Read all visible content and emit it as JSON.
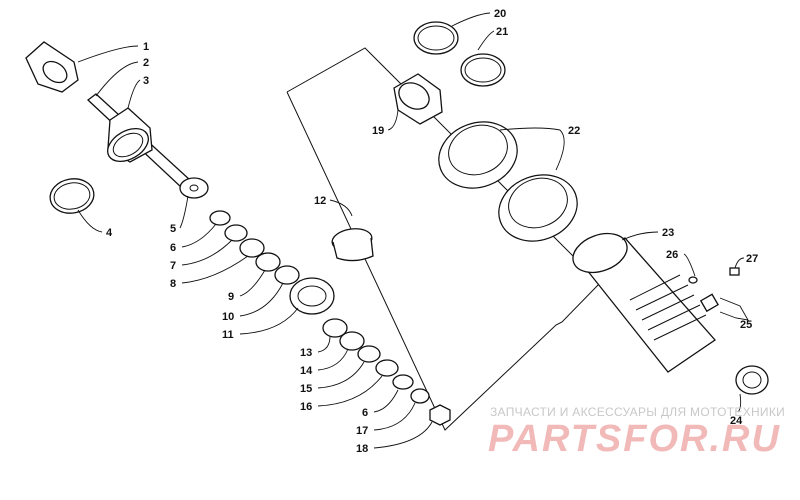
{
  "watermark": {
    "line1": "ЗАПЧАСТИ И АКСЕССУАРЫ ДЛЯ МОТОТЕХНИКИ",
    "line2": "PARTSFOR.RU"
  },
  "callouts": [
    "1",
    "2",
    "3",
    "4",
    "5",
    "6",
    "7",
    "8",
    "9",
    "10",
    "11",
    "12",
    "13",
    "14",
    "15",
    "16",
    "6",
    "17",
    "18",
    "19",
    "20",
    "21",
    "22",
    "23",
    "24",
    "25",
    "26",
    "27"
  ]
}
